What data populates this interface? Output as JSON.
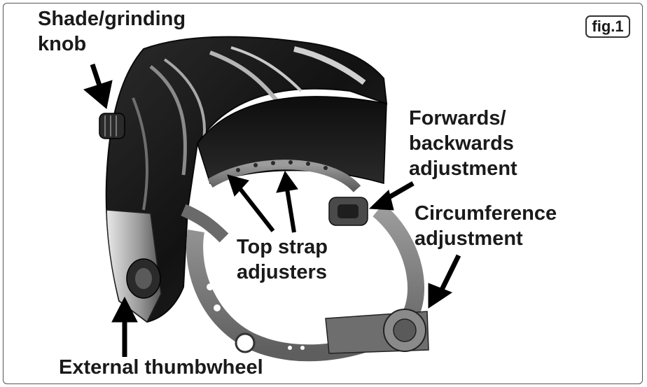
{
  "figure_tag": "fig.1",
  "labels": {
    "shade_line1": "Shade/grinding",
    "shade_line2": "knob",
    "forwards_line1": "Forwards/",
    "forwards_line2": "backwards",
    "forwards_line3": "adjustment",
    "circ_line1": "Circumference",
    "circ_line2": "adjustment",
    "top_line1": "Top strap",
    "top_line2": "adjusters",
    "external": "External thumbwheel"
  },
  "colors": {
    "helmet_dark": "#1c1c1c",
    "helmet_mid": "#4a4a4a",
    "helmet_light": "#9a9a9a",
    "harness": "#7a7a7a",
    "text": "#1a1a1a"
  }
}
